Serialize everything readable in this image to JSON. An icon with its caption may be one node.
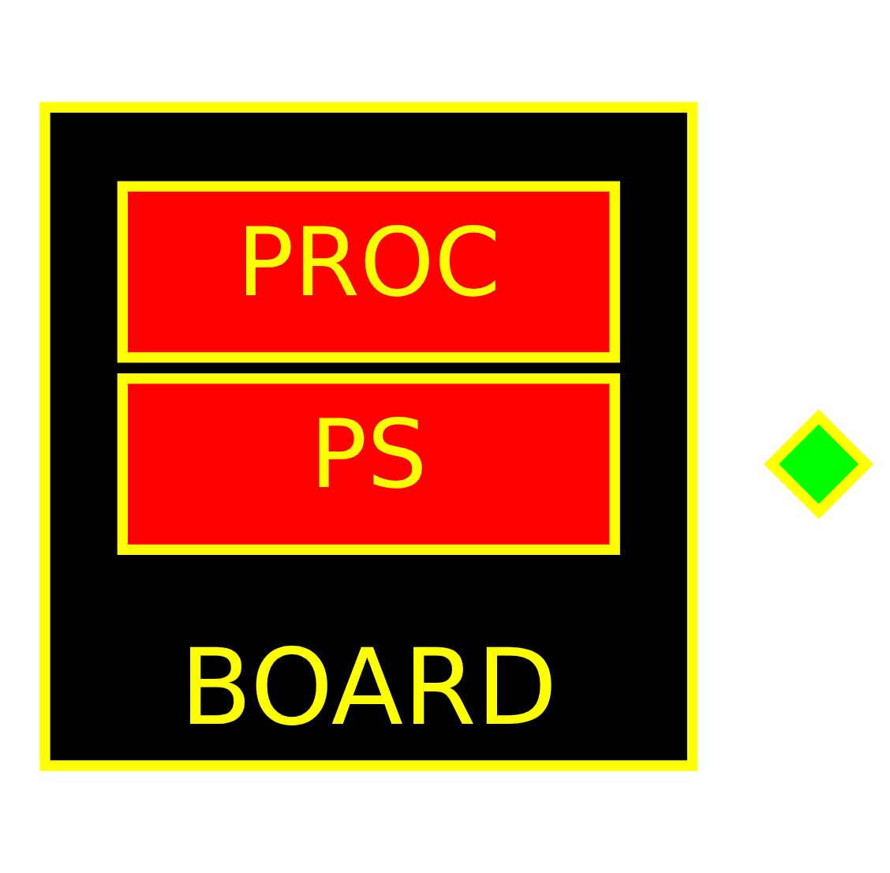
{
  "diagram": {
    "nodes": [
      {
        "text": [
          "BOARD"
        ]
      },
      {
        "text": [
          "PROC"
        ],
        "in": 0
      },
      {
        "text": [
          "PS"
        ],
        "in": 0
      },
      {
        "text": [],
        "shape": "diamond"
      }
    ]
  }
}
